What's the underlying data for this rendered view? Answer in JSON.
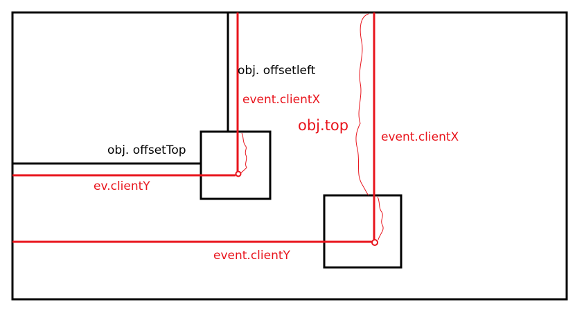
{
  "colors": {
    "black": "#000000",
    "red": "#e8141c"
  },
  "labels": {
    "offset_left": "obj. offsetleft",
    "client_x_1": "event.clientX",
    "obj_top": "obj.top",
    "client_x_2": "event.clientX",
    "offset_top": "obj. offsetTop",
    "ev_client_y": "ev.clientY",
    "client_y_2": "event.clientY"
  }
}
